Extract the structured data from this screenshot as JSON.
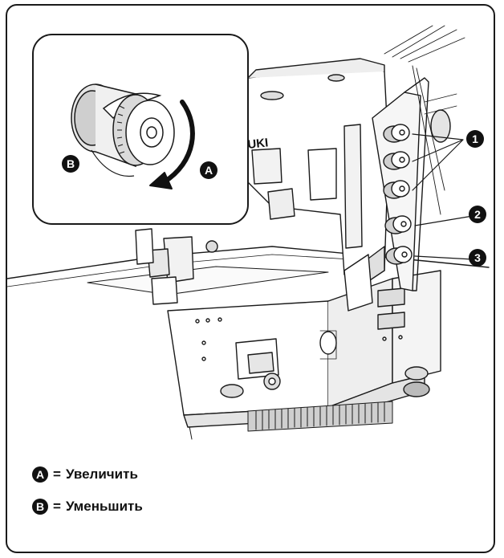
{
  "brand_text": "UKI",
  "markers": {
    "one": "1",
    "two": "2",
    "three": "3",
    "a": "A",
    "b": "B"
  },
  "legend": [
    {
      "marker": "A",
      "equals": "=",
      "label": "Увеличить"
    },
    {
      "marker": "B",
      "equals": "=",
      "label": "Уменьшить"
    }
  ],
  "colors": {
    "line": "#1a1a1a",
    "fill_light": "#ffffff",
    "fill_shade": "#d8d8d8",
    "marker": "#111111"
  },
  "icons": [
    "clockwise-arrow-icon",
    "tension-knob-icon"
  ]
}
